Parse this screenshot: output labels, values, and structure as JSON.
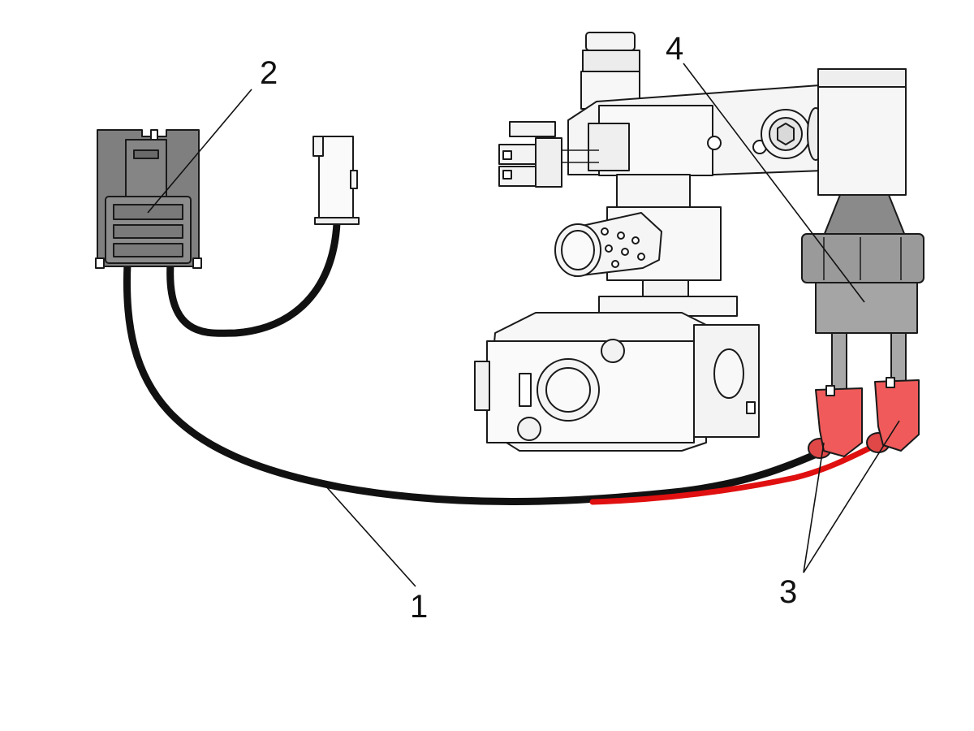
{
  "callouts": [
    {
      "id": "1",
      "label": "1"
    },
    {
      "id": "2",
      "label": "2"
    },
    {
      "id": "3",
      "label": "3"
    },
    {
      "id": "4",
      "label": "4"
    }
  ],
  "colors": {
    "connector_gray": "#7f7f7f",
    "connector_dark": "#6a6a6a",
    "wire_black": "#111111",
    "wire_red": "#e01010",
    "terminal_red": "#f05a5a",
    "valve_white": "#f6f6f6",
    "switch_gray": "#9a9a9a",
    "outline": "#1a1a1a"
  }
}
